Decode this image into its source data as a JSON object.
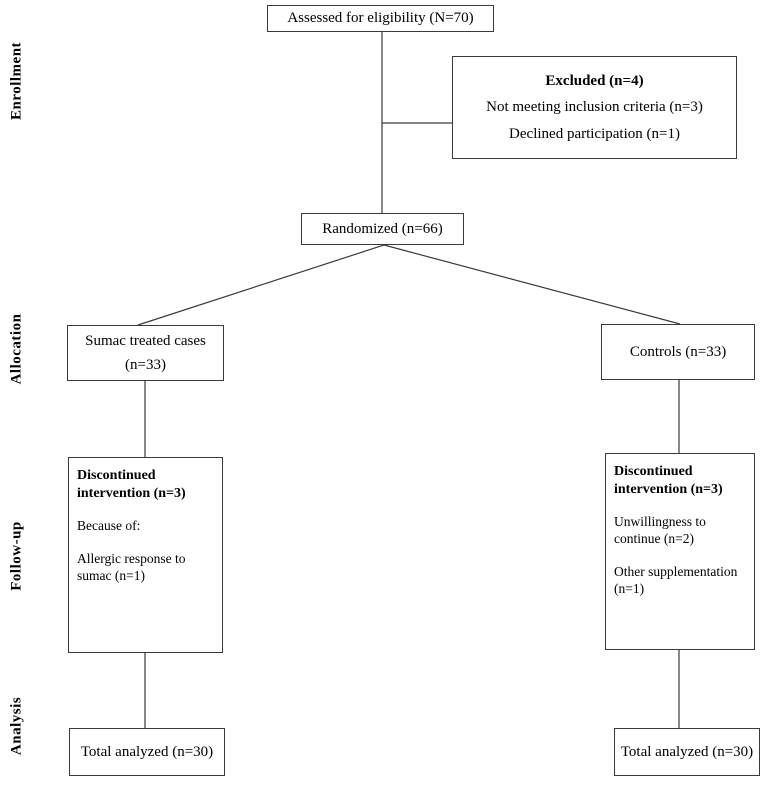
{
  "diagram_type": "CONSORT participant flow diagram",
  "stages": {
    "enrollment": "Enrollment",
    "allocation": "Allocation",
    "followup": "Follow-up",
    "analysis": "Analysis"
  },
  "boxes": {
    "assessed": "Assessed for eligibility (N=70)",
    "excluded": {
      "title": "Excluded (n=4)",
      "reason1": "Not meeting inclusion criteria (n=3)",
      "reason2": "Declined participation (n=1)"
    },
    "randomized": "Randomized (n=66)",
    "sumac": {
      "line1": "Sumac treated cases",
      "line2": "(n=33)"
    },
    "controls": "Controls (n=33)",
    "followup_left": {
      "title": "Discontinued intervention (n=3)",
      "line1": "Because of:",
      "line2": "Allergic response to sumac (n=1)"
    },
    "followup_right": {
      "title": "Discontinued intervention (n=3)",
      "line1": "Unwillingness to continue (n=2)",
      "line2": "Other supplementation (n=1)"
    },
    "analyzed_left": "Total analyzed (n=30)",
    "analyzed_right": "Total analyzed (n=30)"
  },
  "colors": {
    "background": "#ffffff",
    "border": "#3a3a3a",
    "line": "#3a3a3a",
    "text": "#000000"
  }
}
